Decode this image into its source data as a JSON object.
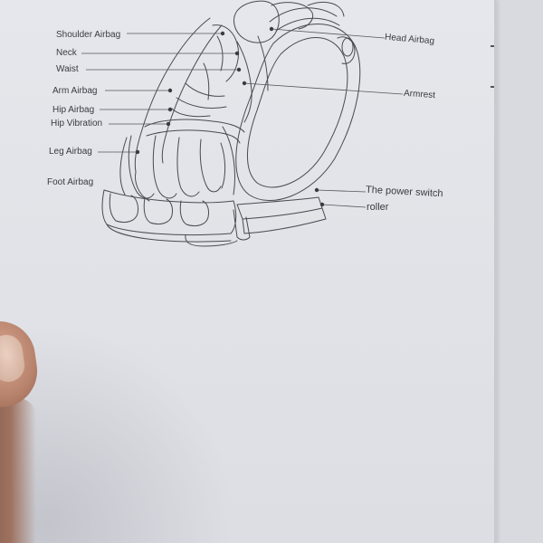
{
  "labels": {
    "shoulder_airbag": "Shoulder Airbag",
    "neck": "Neck",
    "waist": "Waist",
    "arm_airbag": "Arm Airbag",
    "hip_airbag": "Hip Airbag",
    "hip_vibration": "Hip Vibration",
    "leg_airbag": "Leg Airbag",
    "foot_airbag": "Foot Airbag",
    "head_airbag": "Head Airbag",
    "armrest": "Armrest",
    "power_switch": "The power switch",
    "roller": "roller"
  },
  "colors": {
    "ink": "#3a3a40",
    "paper": "#e3e5ea",
    "skin": "#b9846d"
  }
}
